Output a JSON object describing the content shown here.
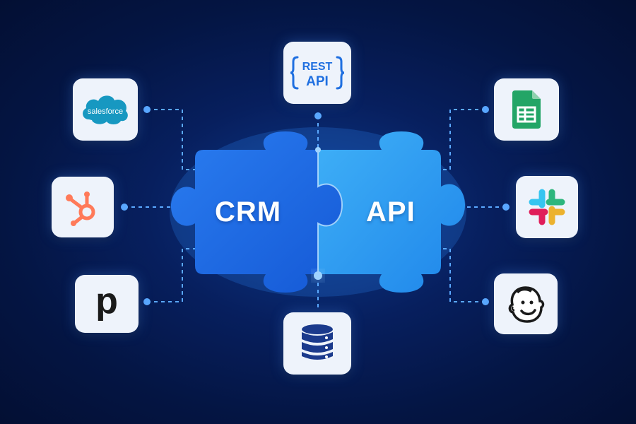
{
  "puzzle": {
    "left_label": "CRM",
    "right_label": "API"
  },
  "integrations": {
    "left": [
      {
        "name": "salesforce",
        "logo_text": "salesforce",
        "icon": "salesforce-cloud-icon"
      },
      {
        "name": "hubspot",
        "icon": "hubspot-sprocket-icon"
      },
      {
        "name": "pipedrive",
        "logo_text": "p",
        "icon": "pipedrive-icon"
      }
    ],
    "right": [
      {
        "name": "google-sheets",
        "icon": "google-sheets-icon"
      },
      {
        "name": "slack",
        "icon": "slack-icon"
      },
      {
        "name": "mailchimp",
        "icon": "mailchimp-icon"
      }
    ],
    "top": {
      "name": "rest-api",
      "line1": "REST",
      "line2": "API",
      "icon": "rest-api-braces-icon"
    },
    "bottom": {
      "name": "database",
      "icon": "database-icon"
    }
  },
  "colors": {
    "background": "#041543",
    "puzzle_left": "#1e6fe6",
    "puzzle_right": "#2f9bf2",
    "connector": "#5aa8ff",
    "tile": "#eef3fb",
    "salesforce": "#1798c1",
    "hubspot": "#ff7a59",
    "pipedrive": "#1a1a1a",
    "sheets": "#23a566",
    "database": "#1b3a8c"
  }
}
